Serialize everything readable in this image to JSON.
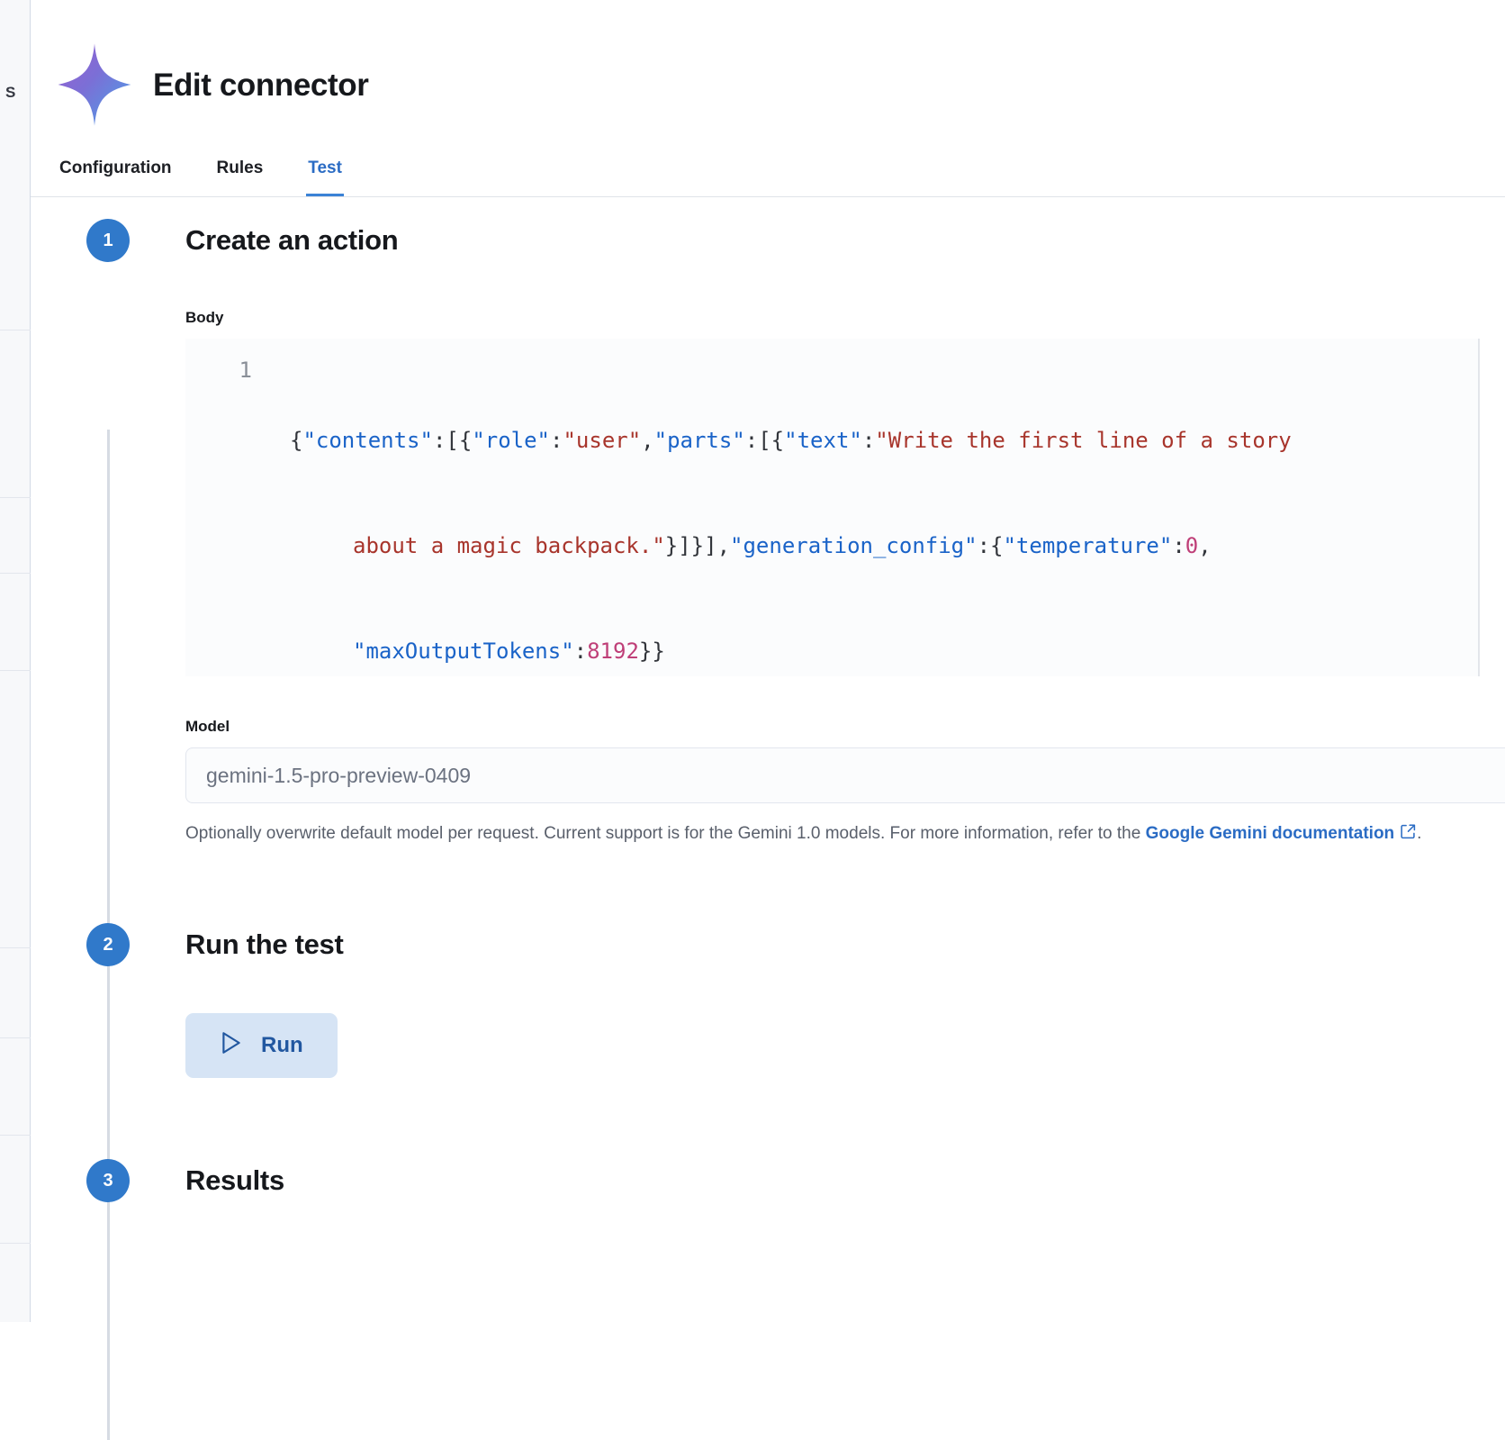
{
  "background": {
    "clipped_label": "S"
  },
  "header": {
    "title": "Edit connector",
    "logo_icon": "gemini-sparkle-icon"
  },
  "tabs": [
    {
      "label": "Configuration",
      "active": false
    },
    {
      "label": "Rules",
      "active": false
    },
    {
      "label": "Test",
      "active": true
    }
  ],
  "steps": [
    {
      "number": "1",
      "title": "Create an action"
    },
    {
      "number": "2",
      "title": "Run the test"
    },
    {
      "number": "3",
      "title": "Results"
    }
  ],
  "body_field": {
    "label": "Body",
    "line_number": "1",
    "code_raw": "{\"contents\":[{\"role\":\"user\",\"parts\":[{\"text\":\"Write the first line of a story about a magic backpack.\"}]}],\"generation_config\":{\"temperature\":0,\"maxOutputTokens\":8192}}",
    "tokens_line1": [
      {
        "t": "{",
        "k": "pun"
      },
      {
        "t": "\"contents\"",
        "k": "key"
      },
      {
        "t": ":[{",
        "k": "pun"
      },
      {
        "t": "\"role\"",
        "k": "key"
      },
      {
        "t": ":",
        "k": "pun"
      },
      {
        "t": "\"user\"",
        "k": "str"
      },
      {
        "t": ",",
        "k": "pun"
      },
      {
        "t": "\"parts\"",
        "k": "key"
      },
      {
        "t": ":[{",
        "k": "pun"
      },
      {
        "t": "\"text\"",
        "k": "key"
      },
      {
        "t": ":",
        "k": "pun"
      },
      {
        "t": "\"Write the first line of a story",
        "k": "str"
      }
    ],
    "tokens_line2": [
      {
        "t": "about a magic backpack.\"",
        "k": "str"
      },
      {
        "t": "}]}],",
        "k": "pun"
      },
      {
        "t": "\"generation_config\"",
        "k": "key"
      },
      {
        "t": ":{",
        "k": "pun"
      },
      {
        "t": "\"temperature\"",
        "k": "key"
      },
      {
        "t": ":",
        "k": "pun"
      },
      {
        "t": "0",
        "k": "num"
      },
      {
        "t": ",",
        "k": "pun"
      }
    ],
    "tokens_line3": [
      {
        "t": "\"maxOutputTokens\"",
        "k": "key"
      },
      {
        "t": ":",
        "k": "pun"
      },
      {
        "t": "8192",
        "k": "num"
      },
      {
        "t": "}}",
        "k": "pun"
      }
    ]
  },
  "model_field": {
    "label": "Model",
    "value": "",
    "placeholder": "gemini-1.5-pro-preview-0409",
    "helper_before": "Optionally overwrite default model per request. Current support is for the Gemini 1.0 models. For more information, refer to the ",
    "helper_link": "Google Gemini documentation",
    "helper_after": "."
  },
  "run": {
    "label": "Run",
    "icon": "play-triangle-icon"
  },
  "colors": {
    "accent_blue": "#2b6cc4",
    "step_marker": "#3079ca",
    "run_bg": "#d6e4f5",
    "run_fg": "#2157a0",
    "code_key": "#1a63c8",
    "code_string": "#a8352c",
    "code_number": "#bf3f78"
  }
}
